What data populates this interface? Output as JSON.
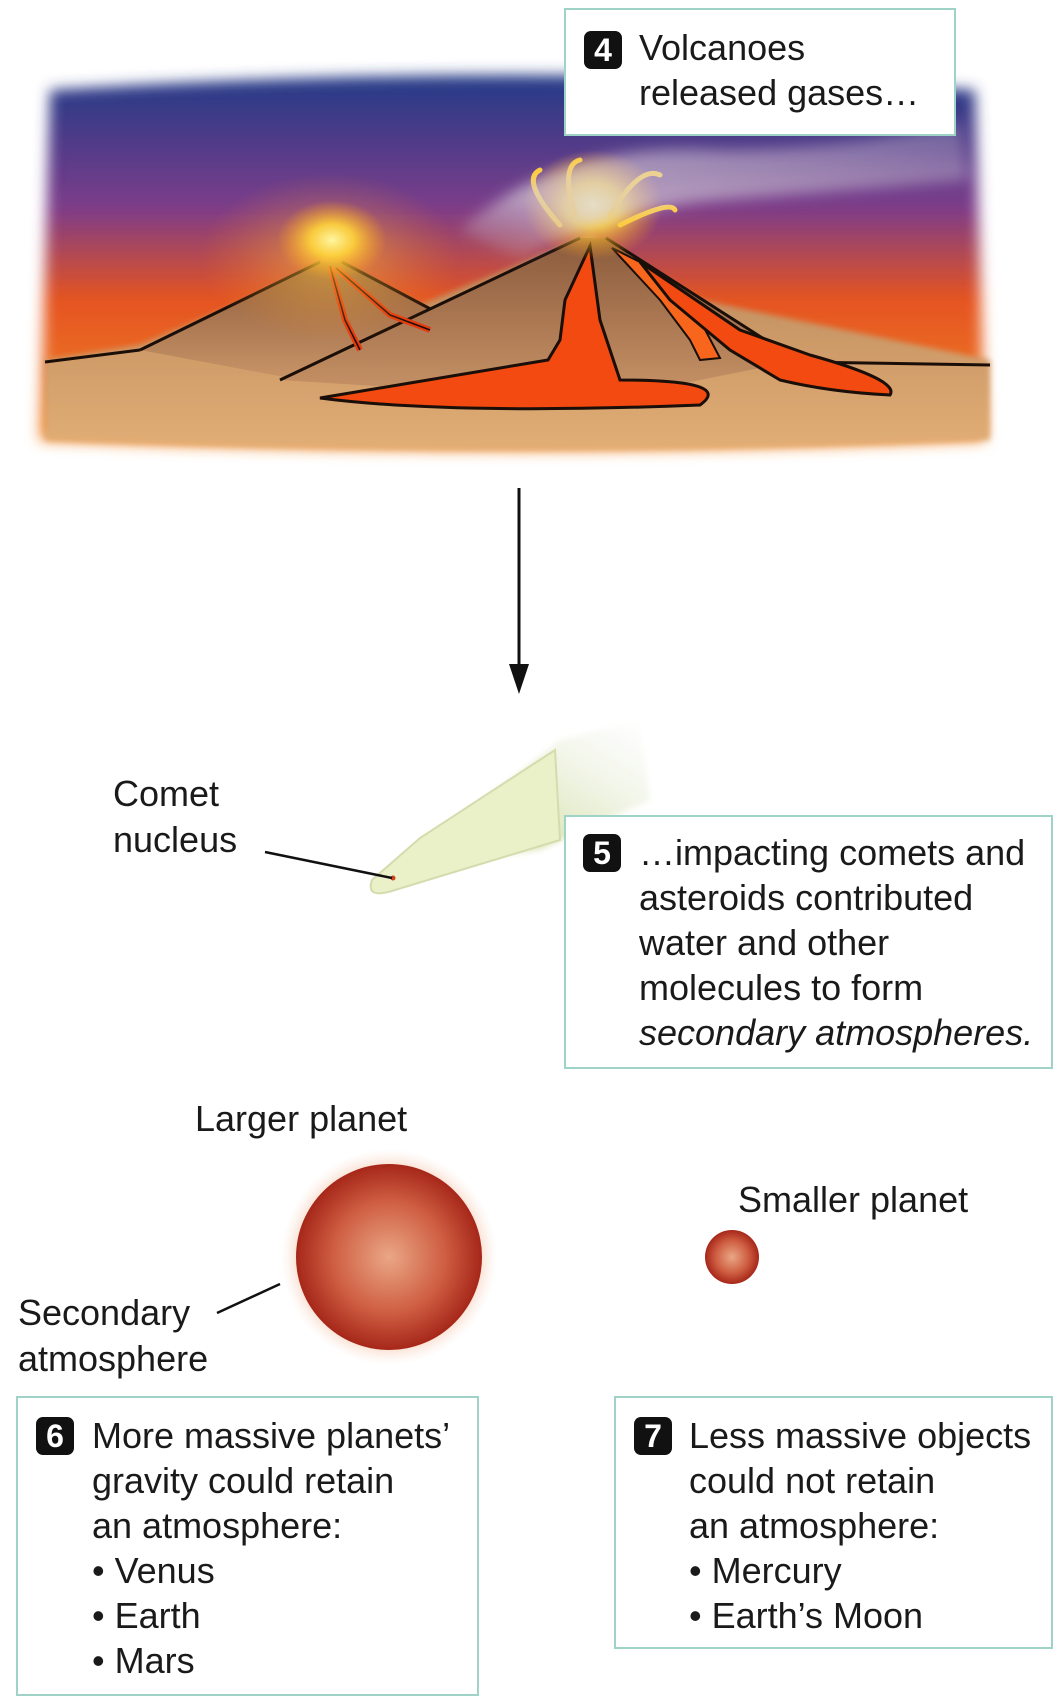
{
  "steps": {
    "s4": {
      "number": "4",
      "lines": [
        "Volcanoes",
        "released gases…"
      ]
    },
    "s5": {
      "number": "5",
      "lines": [
        "…impacting comets and",
        "asteroids contributed",
        "water and other",
        "molecules to form"
      ],
      "italic_line": "secondary atmospheres."
    },
    "s6": {
      "number": "6",
      "lines": [
        "More massive planets’",
        "gravity could retain",
        "an atmosphere:"
      ],
      "bullets": [
        "Venus",
        "Earth",
        "Mars"
      ]
    },
    "s7": {
      "number": "7",
      "lines": [
        "Less massive objects",
        "could not retain",
        "an atmosphere:"
      ],
      "bullets": [
        "Mercury",
        "Earth’s Moon"
      ]
    }
  },
  "labels": {
    "comet_nucleus": [
      "Comet",
      "nucleus"
    ],
    "larger_planet": "Larger planet",
    "smaller_planet": "Smaller planet",
    "secondary_atmosphere": [
      "Secondary",
      "atmosphere"
    ]
  },
  "colors": {
    "box_border": "#9fd3c7",
    "planet_core": "#e8a07e",
    "planet_edge": "#a8261a",
    "lava": "#f24a10",
    "sky_top": "#2a3f8a",
    "sky_bottom": "#f26a1c"
  }
}
